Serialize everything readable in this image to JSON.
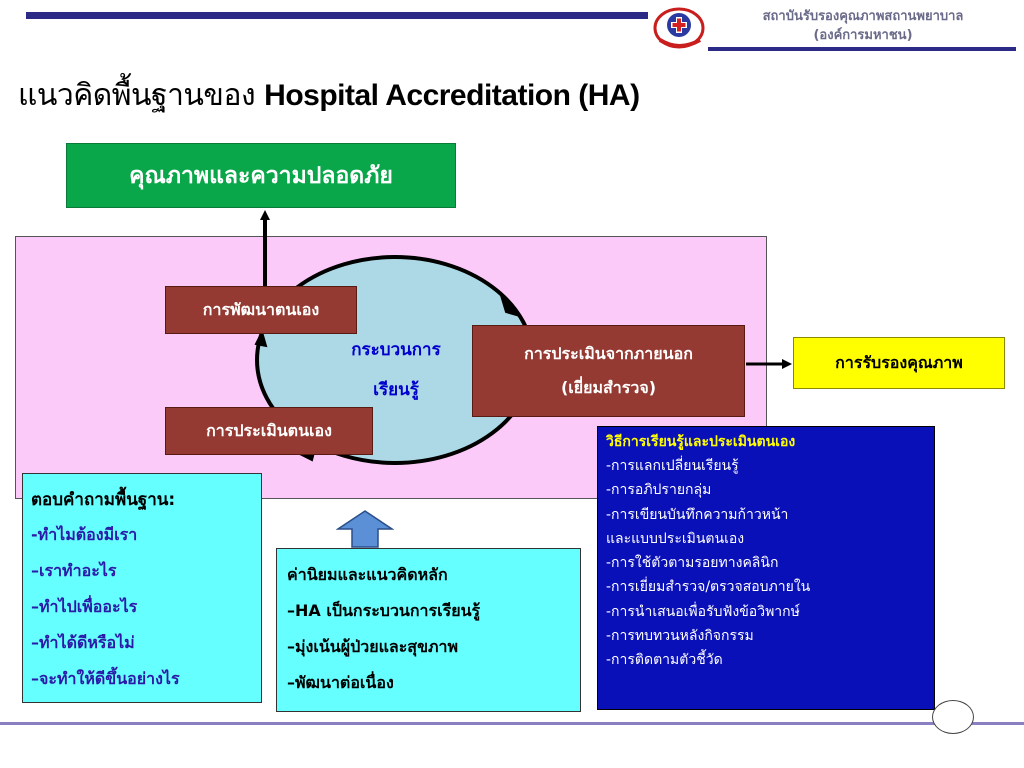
{
  "header": {
    "org_line1": "สถาบันรับรองคุณภาพสถานพยาบาล",
    "org_line2": "(องค์การมหาชน)",
    "logo_icon": "red-cross-emblem-icon",
    "title_thai": "แนวคิดพื้นฐานของ",
    "title_en": "Hospital Accreditation (HA)"
  },
  "diagram": {
    "goal": "คุณภาพและความปลอดภัย",
    "cycle_label_line1": "กระบวนการ",
    "cycle_label_line2": "เรียนรู้",
    "self_development": "การพัฒนาตนเอง",
    "self_assessment": "การประเมินตนเอง",
    "external_line1": "การประเมินจากภายนอก",
    "external_line2": "(เยี่ยมสำรวจ)",
    "accreditation": "การรับรองคุณภาพ",
    "basic_questions": {
      "heading": "ตอบคำถามพื้นฐาน:",
      "items": [
        "-ทำไมต้องมีเรา",
        "–เราทำอะไร",
        "–ทำไปเพื่ออะไร",
        "–ทำได้ดีหรือไม่",
        "–จะทำให้ดีขึ้นอย่างไร"
      ]
    },
    "core_values": {
      "lines": [
        "ค่านิยมและแนวคิดหลัก",
        "–HA เป็นกระบวนการเรียนรู้",
        "–มุ่งเน้นผู้ป่วยและสุขภาพ",
        "–พัฒนาต่อเนื่อง"
      ]
    },
    "learning_methods": {
      "heading": "วิธีการเรียนรู้และประเมินตนเอง",
      "items": [
        "-การแลกเปลี่ยนเรียนรู้",
        "-การอภิปรายกลุ่ม",
        "-การเขียนบันทึกความก้าวหน้า",
        "และแบบประเมินตนเอง",
        "-การใช้ตัวตามรอยทางคลินิก",
        "-การเยี่ยมสำรวจ/ตรวจสอบภายใน",
        "-การนำเสนอเพื่อรับฟังข้อวิพากษ์",
        "-การทบทวนหลังกิจกรรม",
        "-การติดตามตัวชี้วัด"
      ]
    }
  },
  "colors": {
    "goal_bg": "#0aa64a",
    "process_bg": "#943a32",
    "area_bg": "#fccaf8",
    "cycle_fill": "#add8e6",
    "accreditation_bg": "#ffff00",
    "info_bg": "#66ffff",
    "methods_bg": "#0a10b8"
  }
}
